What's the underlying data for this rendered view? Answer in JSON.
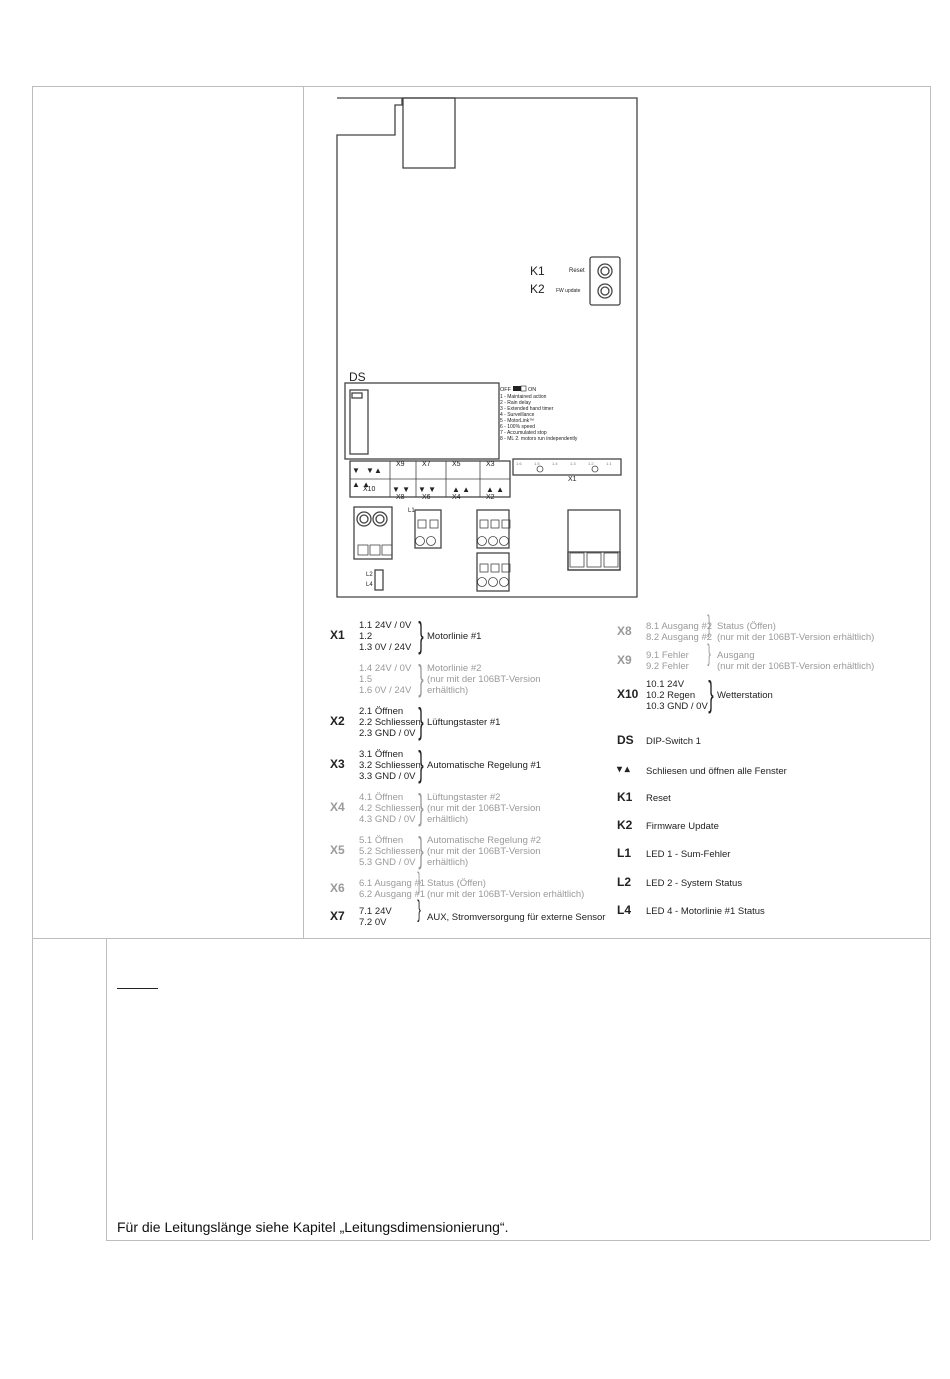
{
  "board": {
    "k1": "K1",
    "k2": "K2",
    "reset": "Reset",
    "fw": "FW update",
    "ds": "DS",
    "switch_legend": [
      "OFF",
      "ON"
    ],
    "switch_items": [
      "1 - Maintained action",
      "2 - Rain delay",
      "3 - Extended hand timer",
      "4 - Surveillance",
      "5 - MotorLink™",
      "6 - 100% speed",
      "7 - Accumulated stop",
      "8 - ML 2. motors run independently"
    ],
    "top_connectors": [
      "X9",
      "X7",
      "X5",
      "X3"
    ],
    "bottom_connectors": [
      "X10",
      "X8",
      "X6",
      "X4",
      "X2"
    ],
    "x1": "X1",
    "x1_pins": [
      "1.6",
      "1.5",
      "1.4",
      "1.3",
      "1.2",
      "1.1"
    ],
    "l1": "L1",
    "l2": "L2",
    "l4": "L4"
  },
  "legend_left": [
    {
      "code": "X1",
      "pins": [
        "1.1  24V / 0V",
        "1.2",
        "1.3  0V / 24V"
      ],
      "desc": [
        "Motorlinie #1"
      ],
      "gray": false
    },
    {
      "code": "",
      "pins": [
        "1.4  24V / 0V",
        "1.5",
        "1.6  0V / 24V"
      ],
      "desc": [
        "Motorlinie #2",
        "(nur mit der 106BT-Version",
        "erhältlich)"
      ],
      "gray": true
    },
    {
      "code": "X2",
      "pins": [
        "2.1  Öffnen",
        "2.2  Schliessen",
        "2.3  GND / 0V"
      ],
      "desc": [
        "Lüftungstaster #1"
      ],
      "gray": false
    },
    {
      "code": "X3",
      "pins": [
        "3.1  Öffnen",
        "3.2  Schliessen",
        "3.3  GND / 0V"
      ],
      "desc": [
        "Automatische Regelung #1"
      ],
      "gray": false
    },
    {
      "code": "X4",
      "pins": [
        "4.1  Öffnen",
        "4.2  Schliessen",
        "4.3  GND / 0V"
      ],
      "desc": [
        "Lüftungstaster #2",
        "(nur mit der 106BT-Version",
        "erhältlich)"
      ],
      "gray": true
    },
    {
      "code": "X5",
      "pins": [
        "5.1  Öffnen",
        "5.2  Schliessen",
        "5.3  GND / 0V"
      ],
      "desc": [
        "Automatische Regelung #2",
        "(nur mit der 106BT-Version",
        "erhältlich)"
      ],
      "gray": true
    },
    {
      "code": "X6",
      "pins": [
        "6.1  Ausgang #1",
        "6.2  Ausgang #1"
      ],
      "desc": [
        "Status (Öffen)",
        "(nur mit der 106BT-Version erhältlich)"
      ],
      "gray": true
    },
    {
      "code": "X7",
      "pins": [
        "7.1  24V",
        "7.2  0V"
      ],
      "desc": [
        "AUX, Stromversorgung für externe Sensor"
      ],
      "gray": false
    }
  ],
  "legend_right": [
    {
      "code": "X8",
      "pins": [
        "8.1  Ausgang #2",
        "8.2  Ausgang #2"
      ],
      "desc": [
        "Status (Öffen)",
        "(nur mit der 106BT-Version erhältlich)"
      ],
      "gray": true
    },
    {
      "code": "X9",
      "pins": [
        "9.1  Fehler",
        "9.2  Fehler"
      ],
      "desc": [
        "Ausgang",
        "(nur mit der 106BT-Version erhältlich)"
      ],
      "gray": true
    },
    {
      "code": "X10",
      "pins": [
        "10.1  24V",
        "10.2  Regen",
        "10.3  GND / 0V"
      ],
      "desc": [
        "Wetterstation"
      ],
      "gray": false
    },
    {
      "code": "DS",
      "pins": [
        "DIP-Switch 1"
      ],
      "desc": [],
      "gray": false
    },
    {
      "code": "",
      "pins": [
        "Schliesen und öffnen alle Fenster"
      ],
      "desc": [],
      "gray": false
    },
    {
      "code": "K1",
      "pins": [
        "Reset"
      ],
      "desc": [],
      "gray": false
    },
    {
      "code": "K2",
      "pins": [
        "Firmware Update"
      ],
      "desc": [],
      "gray": false
    },
    {
      "code": "L1",
      "pins": [
        "LED 1 - Sum-Fehler"
      ],
      "desc": [],
      "gray": false
    },
    {
      "code": "L2",
      "pins": [
        "LED 2 - System Status"
      ],
      "desc": [],
      "gray": false
    },
    {
      "code": "L4",
      "pins": [
        "LED 4 - Motorlinie #1 Status"
      ],
      "desc": [],
      "gray": false
    }
  ],
  "note": "Für die Leitungslänge siehe Kapitel „Leitungsdimensionierung“."
}
